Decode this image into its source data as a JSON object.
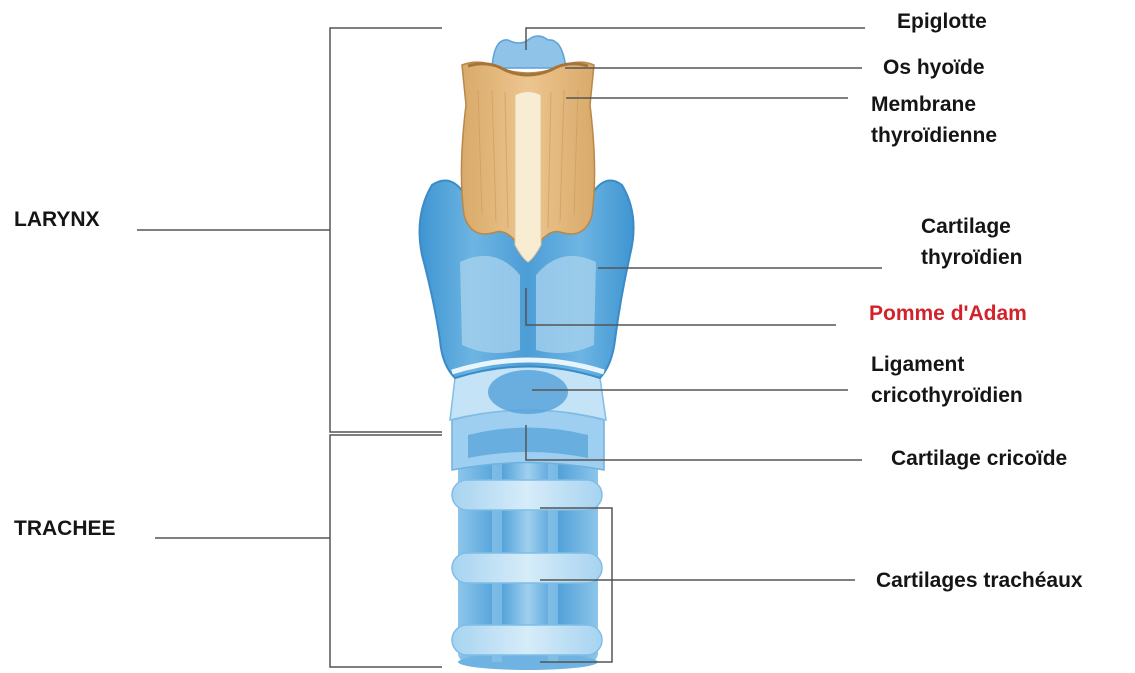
{
  "groups": {
    "larynx": "LARYNX",
    "trachea": "TRACHEE"
  },
  "labels": {
    "epiglotte": "Epiglotte",
    "os_hyoide": "Os hyoïde",
    "membrane_line1": "Membrane",
    "membrane_line2": "thyroïdienne",
    "cartilage_thyroidien_line1": "Cartilage",
    "cartilage_thyroidien_line2": "thyroïdien",
    "pomme_adam": "Pomme d'Adam",
    "ligament_line1": "Ligament",
    "ligament_line2": "cricothyroïdien",
    "cartilage_cricoide": "Cartilage cricoïde",
    "cartilages_tracheaux": "Cartilages trachéaux"
  },
  "colors": {
    "thyroid_blue": "#4fa3d9",
    "thyroid_light": "#a9d3ee",
    "trachea_blue": "#5aa8dd",
    "ring_light": "#b9dcf2",
    "membrane_tan": "#e2b97f",
    "membrane_dark": "#c99653",
    "cream": "#f8ecd2",
    "leader_line": "#555555",
    "highlight_red": "#d2232a"
  }
}
